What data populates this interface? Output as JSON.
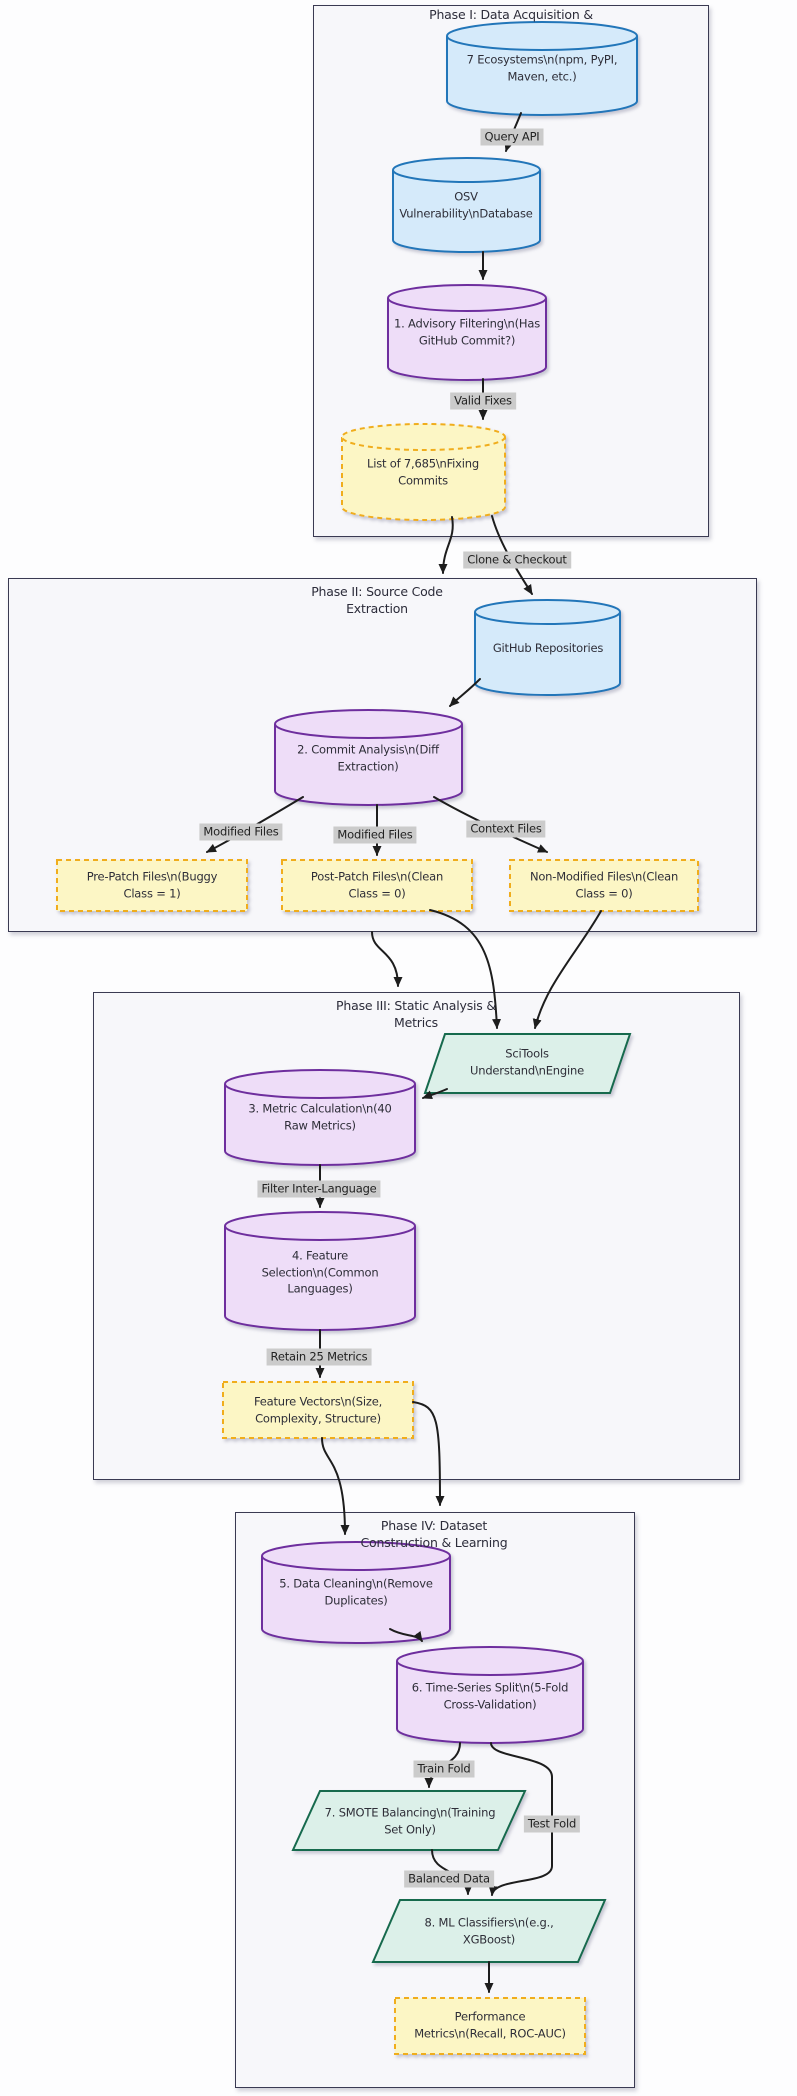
{
  "phases": {
    "p1": {
      "title": "Phase I: Data Acquisition &"
    },
    "p2": {
      "title": "Phase II: Source Code Extraction"
    },
    "p3": {
      "title": "Phase III: Static Analysis & Metrics"
    },
    "p4": {
      "title": "Phase IV: Dataset Construction & Learning"
    }
  },
  "nodes": {
    "ecosystems": {
      "label": "7 Ecosystems\\n(npm, PyPI, Maven, etc.)",
      "shape": "cylinder",
      "color": "blue"
    },
    "osv": {
      "label": "OSV Vulnerability\\nDatabase",
      "shape": "cylinder",
      "color": "blue"
    },
    "advisory": {
      "label": "1. Advisory Filtering\\n(Has GitHub Commit?)",
      "shape": "cylinder",
      "color": "purple"
    },
    "commits": {
      "label": "List of 7,685\\nFixing Commits",
      "shape": "cylinder-dashed",
      "color": "yellow"
    },
    "repos": {
      "label": "GitHub Repositories",
      "shape": "cylinder",
      "color": "blue"
    },
    "commit_analysis": {
      "label": "2. Commit Analysis\\n(Diff Extraction)",
      "shape": "cylinder",
      "color": "purple"
    },
    "pre_patch": {
      "label": "Pre-Patch Files\\n(Buggy Class = 1)",
      "shape": "rect-dashed",
      "color": "yellow"
    },
    "post_patch": {
      "label": "Post-Patch Files\\n(Clean Class = 0)",
      "shape": "rect-dashed",
      "color": "yellow"
    },
    "non_modified": {
      "label": "Non-Modified Files\\n(Clean Class = 0)",
      "shape": "rect-dashed",
      "color": "yellow"
    },
    "understand": {
      "label": "SciTools Understand\\nEngine",
      "shape": "parallelogram",
      "color": "teal"
    },
    "metric_calc": {
      "label": "3. Metric Calculation\\n(40 Raw Metrics)",
      "shape": "cylinder",
      "color": "purple"
    },
    "feature_sel": {
      "label": "4. Feature Selection\\n(Common Languages)",
      "shape": "cylinder",
      "color": "purple"
    },
    "feature_vec": {
      "label": "Feature Vectors\\n(Size, Complexity, Structure)",
      "shape": "rect-dashed",
      "color": "yellow"
    },
    "data_cleaning": {
      "label": "5. Data Cleaning\\n(Remove Duplicates)",
      "shape": "cylinder",
      "color": "purple"
    },
    "ts_split": {
      "label": "6. Time-Series Split\\n(5-Fold Cross-Validation)",
      "shape": "cylinder",
      "color": "purple"
    },
    "smote": {
      "label": "7. SMOTE Balancing\\n(Training Set Only)",
      "shape": "parallelogram",
      "color": "teal"
    },
    "classifiers": {
      "label": "8. ML Classifiers\\n(e.g., XGBoost)",
      "shape": "parallelogram",
      "color": "teal"
    },
    "performance": {
      "label": "Performance Metrics\\n(Recall, ROC-AUC)",
      "shape": "rect-dashed",
      "color": "yellow"
    }
  },
  "edge_labels": {
    "query_api": "Query API",
    "valid_fixes": "Valid Fixes",
    "clone_checkout": "Clone & Checkout",
    "modified_files_1": "Modified Files",
    "modified_files_2": "Modified Files",
    "context_files": "Context Files",
    "filter_inter_language": "Filter Inter-Language",
    "retain_25": "Retain 25 Metrics",
    "train_fold": "Train Fold",
    "test_fold": "Test Fold",
    "balanced_data": "Balanced Data"
  },
  "colors": {
    "node_blue_fill": "#d5eafa",
    "node_blue_stroke": "#2276b9",
    "node_purple_fill": "#eeddf8",
    "node_purple_stroke": "#6e2f9e",
    "node_yellow_fill": "#fcf6c5",
    "node_yellow_stroke": "#f0ad1f",
    "node_teal_fill": "#dcf0e9",
    "node_teal_stroke": "#186a4e",
    "phase_fill": "#f7f7fa",
    "phase_stroke": "#3a3a52",
    "edge_color": "#1d1d1d",
    "edge_label_bg": "#cbcbcb",
    "text_color": "#2e2e38"
  }
}
